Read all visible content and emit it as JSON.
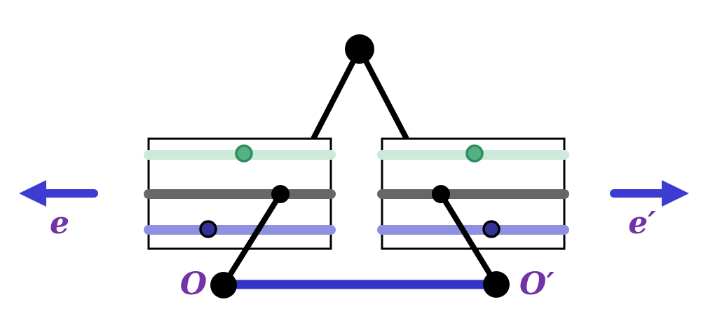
{
  "figure": {
    "labels": {
      "left_direction": "e",
      "right_direction": "e′",
      "left_origin": "O",
      "right_origin": "O′"
    },
    "colors": {
      "ink": "#000000",
      "frame_fill": "#ffffff",
      "arrow_blue": "#3c3cd2",
      "base_bar_blue": "#3434cb",
      "label_purple": "#7233a6",
      "band_teal": "#cde9da",
      "band_gray": "#67676a",
      "band_purple": "#9090e2",
      "green_dot_fill": "#55b184",
      "green_dot_stroke": "#2e8f5c",
      "navy_dot_fill": "#323299"
    }
  }
}
